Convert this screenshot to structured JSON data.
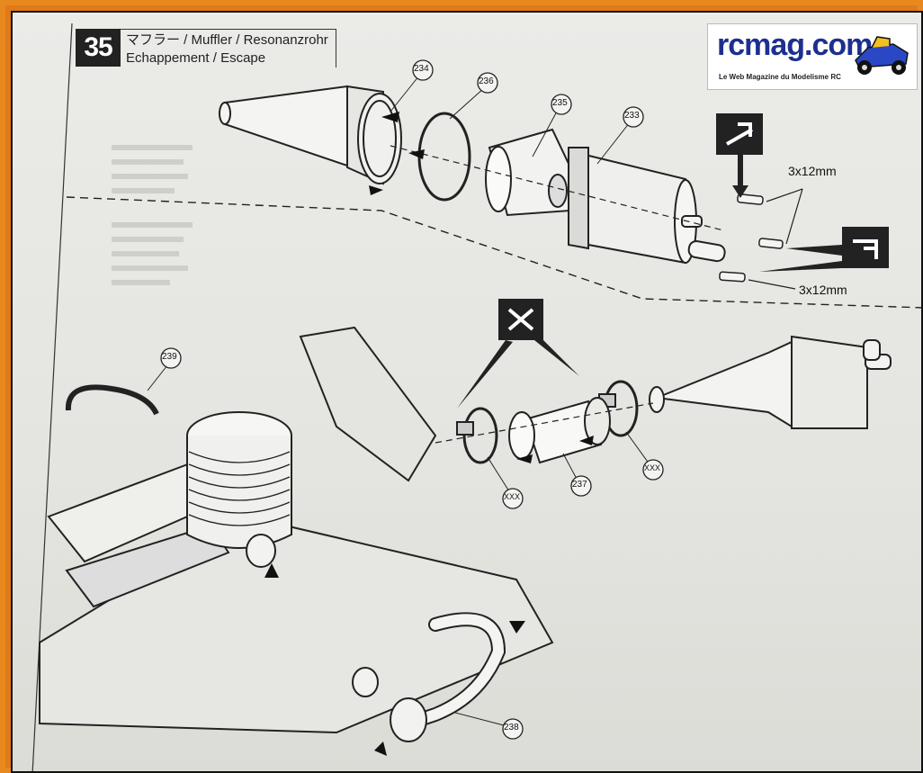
{
  "step": {
    "number": "35",
    "title_line1": "マフラー  / Muffler / Resonanzrohr",
    "title_line2": "Echappement / Escape"
  },
  "logo": {
    "text": "rcmag.com",
    "tagline": "Le Web Magazine du Modelisme RC"
  },
  "parts": {
    "p234": "234",
    "p236": "236",
    "p235": "235",
    "p233": "233",
    "p239": "239",
    "p237": "237",
    "p238": "238",
    "pxxx1": "XXX",
    "pxxx2": "XXX"
  },
  "screws": {
    "size1": "3x12mm",
    "size2": "3x12mm"
  },
  "colors": {
    "frame": "#e8891f",
    "logo_blue": "#1d2f8f",
    "logo_orange": "#e8891f"
  }
}
